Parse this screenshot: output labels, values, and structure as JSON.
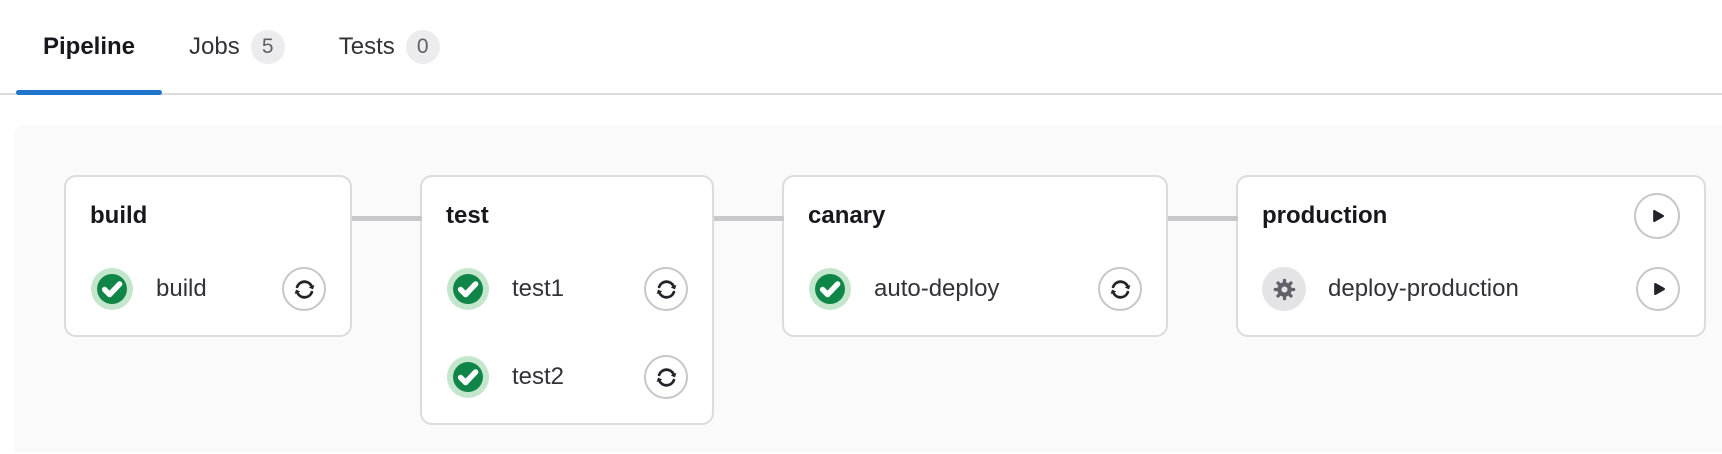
{
  "tabs": [
    {
      "label": "Pipeline",
      "active": true
    },
    {
      "label": "Jobs",
      "badge": "5"
    },
    {
      "label": "Tests",
      "badge": "0"
    }
  ],
  "pipeline": {
    "stages": [
      {
        "name": "build",
        "jobs": [
          {
            "name": "build",
            "status": "success",
            "action": "retry"
          }
        ]
      },
      {
        "name": "test",
        "jobs": [
          {
            "name": "test1",
            "status": "success",
            "action": "retry"
          },
          {
            "name": "test2",
            "status": "success",
            "action": "retry"
          }
        ]
      },
      {
        "name": "canary",
        "jobs": [
          {
            "name": "auto-deploy",
            "status": "success",
            "action": "retry"
          }
        ]
      },
      {
        "name": "production",
        "stage_action": "play",
        "jobs": [
          {
            "name": "deploy-production",
            "status": "manual",
            "action": "play"
          }
        ]
      }
    ]
  },
  "colors": {
    "accent": "#1f75cb",
    "success": "#108548",
    "success_halo": "#c3e6cd",
    "panel_bg": "#fafafb",
    "card_border": "#dcdcde",
    "connector": "#c7c7cc",
    "badge_bg": "#ececef",
    "badge_text": "#626168",
    "text_primary": "#18171d",
    "text_secondary": "#333238",
    "icon_dark": "#24232a",
    "manual_bg": "#e4e4e7",
    "manual_fg": "#626168",
    "button_border": "#c6c6cb",
    "tab_border": "#dcdcde"
  }
}
